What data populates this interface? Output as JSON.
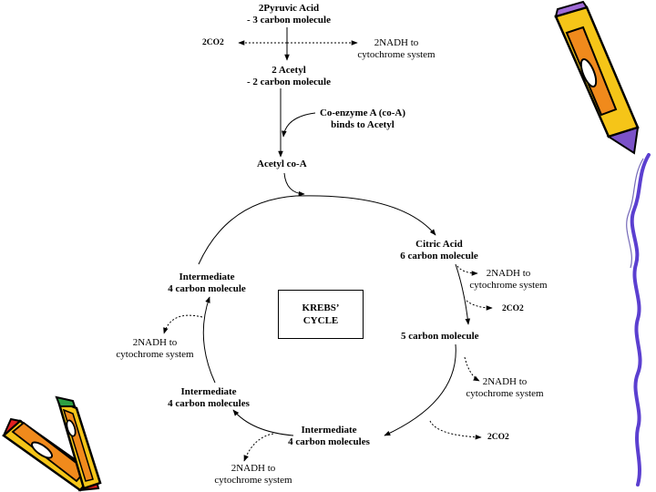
{
  "labels": {
    "pyruvic_title": "2Pyruvic Acid",
    "pyruvic_sub": "- 3 carbon molecule",
    "co2_top": "2CO2",
    "nadh_top_1": "2NADH to",
    "nadh_top_2": "cytochrome system",
    "acetyl_title": "2 Acetyl",
    "acetyl_sub": "- 2 carbon molecule",
    "coenzyme_1": "Co-enzyme A (co-A)",
    "coenzyme_2": "binds to Acetyl",
    "acetyl_coa": "Acetyl co-A",
    "citric_1": "Citric Acid",
    "citric_2": "6 carbon molecule",
    "nadh_citric_1": "2NADH to",
    "nadh_citric_2": "cytochrome system",
    "co2_citric": "2CO2",
    "five_carbon": "5 carbon molecule",
    "nadh_five_1": "2NADH to",
    "nadh_five_2": "cytochrome system",
    "co2_bottom": "2CO2",
    "inter_bottom_1": "Intermediate",
    "inter_bottom_2": "4 carbon molecules",
    "nadh_bottom_1": "2NADH to",
    "nadh_bottom_2": "cytochrome system",
    "inter_left_1": "Intermediate",
    "inter_left_2": "4 carbon molecules",
    "nadh_left_1": "2NADH to",
    "nadh_left_2": "cytochrome system",
    "inter_top_left_1": "Intermediate",
    "inter_top_left_2": "4 carbon molecule",
    "krebs_1": "KREBS’",
    "krebs_2": "CYCLE"
  },
  "colors": {
    "pencil_yellow": "#f5c518",
    "pencil_orange": "#f08a1c",
    "pencil_outline": "#000000",
    "pencil_tip_purple": "#7b52c8",
    "pencil_red": "#e02020",
    "pencil_green": "#2ea043",
    "border_purple": "#5b3fd0"
  },
  "icons": [
    "pencil-clipart-icon",
    "crossed-pencils-clipart-icon",
    "wavy-border-icon"
  ]
}
